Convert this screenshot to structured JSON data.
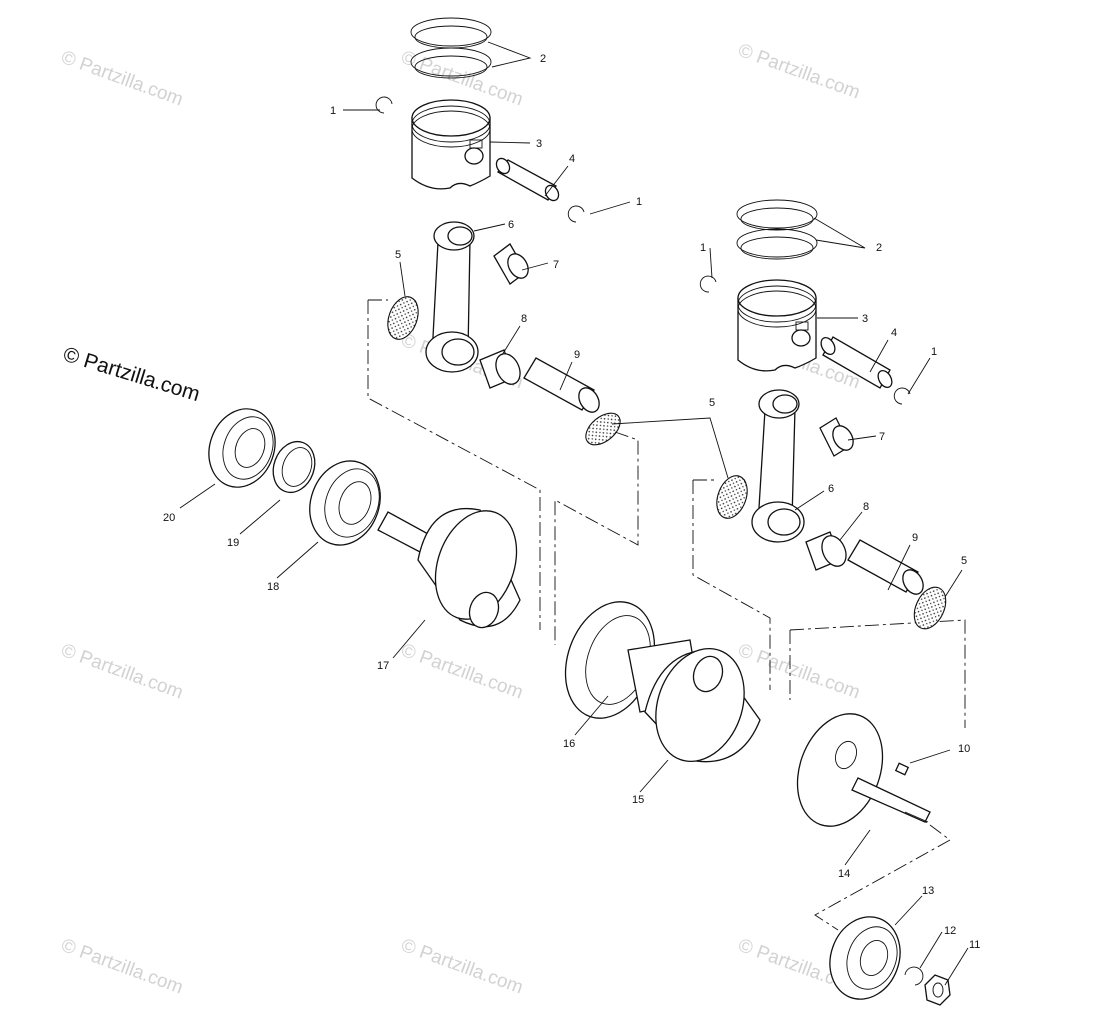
{
  "watermark": "© Partzilla.com",
  "brand": "© Partzilla.com",
  "callouts": [
    "1",
    "2",
    "3",
    "4",
    "1",
    "5",
    "6",
    "7",
    "8",
    "9",
    "1",
    "2",
    "3",
    "4",
    "1",
    "5",
    "7",
    "6",
    "8",
    "9",
    "5",
    "20",
    "19",
    "18",
    "17",
    "16",
    "15",
    "10",
    "14",
    "13",
    "12",
    "11"
  ]
}
